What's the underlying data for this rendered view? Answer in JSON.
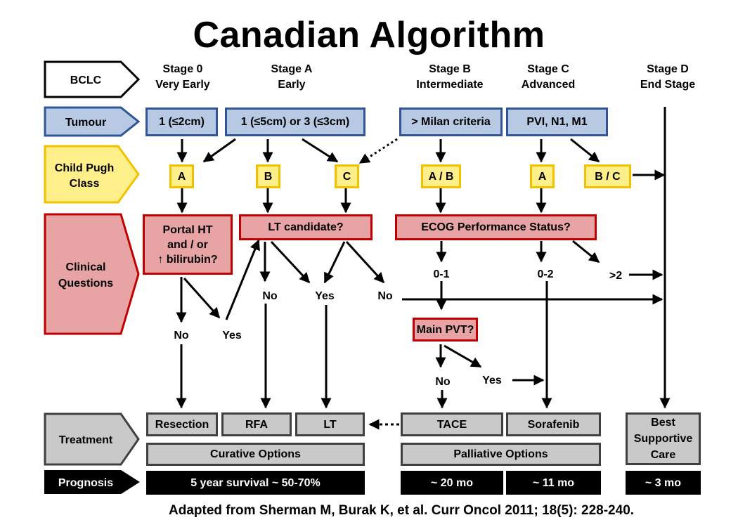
{
  "title": "Canadian Algorithm",
  "citation": "Adapted from Sherman M, Burak K, et al. Curr Oncol 2011; 18(5): 228-240.",
  "row_labels": {
    "bclc": "BCLC",
    "tumour": "Tumour",
    "child_pugh": [
      "Child Pugh",
      "Class"
    ],
    "clinical": [
      "Clinical",
      "Questions"
    ],
    "treatment": "Treatment",
    "prognosis": "Prognosis"
  },
  "stages": [
    {
      "line1": "Stage 0",
      "line2": "Very Early"
    },
    {
      "line1": "Stage A",
      "line2": "Early"
    },
    {
      "line1": "Stage B",
      "line2": "Intermediate"
    },
    {
      "line1": "Stage C",
      "line2": "Advanced"
    },
    {
      "line1": "Stage D",
      "line2": "End Stage"
    }
  ],
  "tumour_boxes": [
    "1 (≤2cm)",
    "1 (≤5cm) or 3 (≤3cm)",
    "> Milan criteria",
    "PVI, N1, M1"
  ],
  "child_pugh_boxes": [
    "A",
    "B",
    "C",
    "A / B",
    "A",
    "B / C"
  ],
  "clinical_boxes": {
    "portal_ht": [
      "Portal HT",
      "and / or",
      "↑ bilirubin?"
    ],
    "lt_candidate": "LT candidate?",
    "ecog": "ECOG Performance Status?",
    "main_pvt": "Main PVT?"
  },
  "answers": {
    "no_portal": "No",
    "yes_portal": "Yes",
    "no_lt": "No",
    "yes_lt": "Yes",
    "no_c": "No",
    "ecog_0_1": "0-1",
    "ecog_0_2": "0-2",
    "ecog_gt2": ">2",
    "no_pvt": "No",
    "yes_pvt": "Yes"
  },
  "treatments": [
    "Resection",
    "RFA",
    "LT",
    "TACE",
    "Sorafenib",
    [
      "Best",
      "Supportive",
      "Care"
    ]
  ],
  "options": {
    "curative": "Curative Options",
    "palliative": "Palliative Options"
  },
  "prognosis": [
    "5 year survival ~ 50-70%",
    "~ 20 mo",
    "~ 11 mo",
    "~ 3 mo"
  ],
  "colors": {
    "blue_fill": "#b7c9e3",
    "blue_border": "#2f5597",
    "yellow_fill": "#ffef8a",
    "yellow_border": "#f2c200",
    "red_fill": "#e8a4a4",
    "red_border": "#c00000",
    "grey_fill": "#c9c9c9",
    "grey_border": "#404040",
    "black": "#000000"
  }
}
